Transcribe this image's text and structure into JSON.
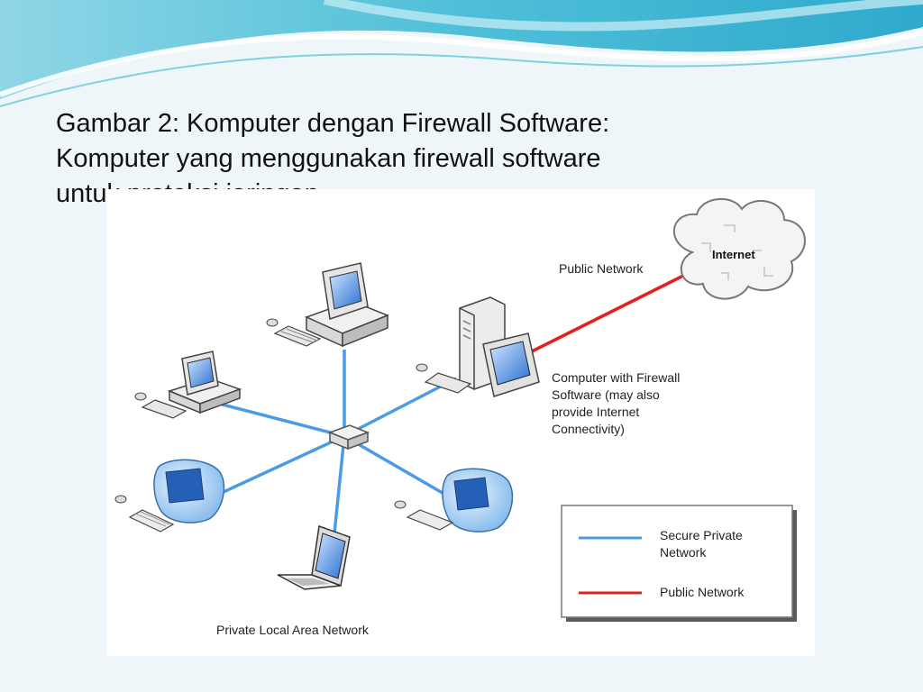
{
  "caption": {
    "line1": "Gambar 2: Komputer dengan Firewall Software:",
    "line2": "Komputer yang menggunakan firewall software",
    "line3": "untuk proteksi jaringan"
  },
  "diagram": {
    "internet_label": "Internet",
    "public_network_label": "Public Network",
    "firewall_computer_label": [
      "Computer with Firewall",
      "Software (may also",
      "provide Internet",
      "Connectivity)"
    ],
    "lan_label": "Private Local Area Network",
    "legend": {
      "secure_label_line1": "Secure Private",
      "secure_label_line2": "Network",
      "public_label": "Public Network"
    }
  },
  "colors": {
    "secure_private_network": "#4a9be6",
    "public_network": "#e02020",
    "banner_teal": "#5fc4da"
  }
}
